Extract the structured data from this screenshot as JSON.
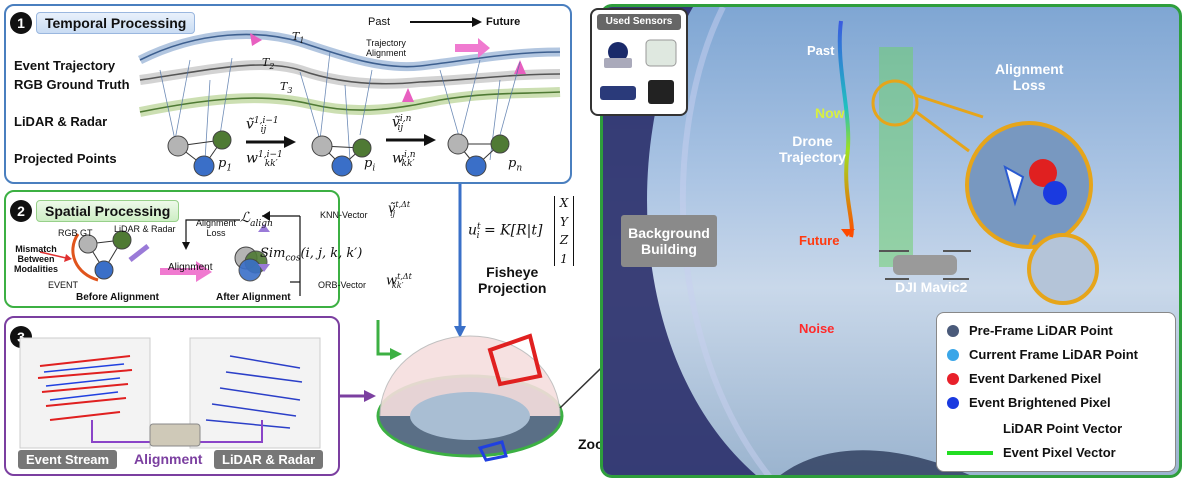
{
  "panel1": {
    "number": "1",
    "title": "Temporal Processing",
    "past": "Past",
    "future": "Future",
    "trajectory_alignment": "Trajectory\nAlignment",
    "t1": "T",
    "t1_sub": "1",
    "t2": "T",
    "t2_sub": "2",
    "t3": "T",
    "t3_sub": "3",
    "row_labels": [
      "Event Trajectory",
      "RGB Ground Truth",
      "LiDAR & Radar",
      "Projected Points"
    ],
    "p1": "p",
    "p1_sub": "1",
    "pi": "p",
    "pi_sub": "i",
    "pn": "p",
    "pn_sub": "n",
    "v_label_1": "ṽ",
    "v_sup_1": "1,i−1",
    "v_sub_1": "ij",
    "w_label_1": "w",
    "w_sup_1": "1,i−1",
    "w_sub_1": "kk′",
    "v_label_2": "ṽ",
    "v_sup_2": "i,n",
    "v_sub_2": "ij",
    "w_label_2": "w",
    "w_sup_2": "i,n",
    "w_sub_2": "kk′"
  },
  "panel2": {
    "number": "2",
    "title": "Spatial Processing",
    "rgb_gt": "RGB GT",
    "lidar_radar": "LiDAR & Radar",
    "mismatch": "Mismatch\nBetween\nModalities",
    "event": "EVENT",
    "before": "Before Alignment",
    "alignment": "Alignment",
    "after": "After Alignment",
    "l_align": "ℒ",
    "l_align_sub": "align",
    "alignment_loss": "Alignment\nLoss",
    "knn": "KNN-Vector",
    "orb": "ORB-Vector",
    "sim": "Sim",
    "sim_sub": "cos",
    "sim_args": "(i, j, k, k′)",
    "v_t": "ṽ",
    "v_t_sup": "t,Δt",
    "v_t_sub": "ij",
    "w_t": "w",
    "w_t_sup": "t,Δt",
    "w_t_sub": "kk′"
  },
  "panel3": {
    "number": "3",
    "event_stream": "Event Stream",
    "alignment": "Alignment",
    "lidar_radar": "LiDAR & Radar"
  },
  "projection": {
    "formula_lhs": "u",
    "formula_lhs_sup": "t",
    "formula_lhs_sub": "i",
    "formula_rhs": "= K[R|t]",
    "vector": [
      "X",
      "Y",
      "Z",
      "1"
    ],
    "fisheye": "Fisheye\nProjection",
    "zoom_in": "Zoom In"
  },
  "sensors": {
    "title": "Used Sensors"
  },
  "photo": {
    "past": "Past",
    "now": "Now",
    "drone_trajectory": "Drone\nTrajectory",
    "future": "Future",
    "noise": "Noise",
    "background_building": "Background\nBuilding",
    "alignment_loss": "Alignment\nLoss",
    "drone_name": "DJI Mavic2"
  },
  "legend": {
    "items": [
      {
        "label": "Pre-Frame LiDAR Point",
        "color": "#4a5a7a"
      },
      {
        "label": "Current Frame LiDAR Point",
        "color": "#3aa6e8"
      },
      {
        "label": "Event Darkened Pixel",
        "color": "#e8202a"
      },
      {
        "label": "Event Brightened Pixel",
        "color": "#1a3ae0"
      },
      {
        "label": "LiDAR Point Vector",
        "color": "#ffffff"
      },
      {
        "label": "Event Pixel Vector",
        "color": "#22dd22"
      }
    ]
  }
}
